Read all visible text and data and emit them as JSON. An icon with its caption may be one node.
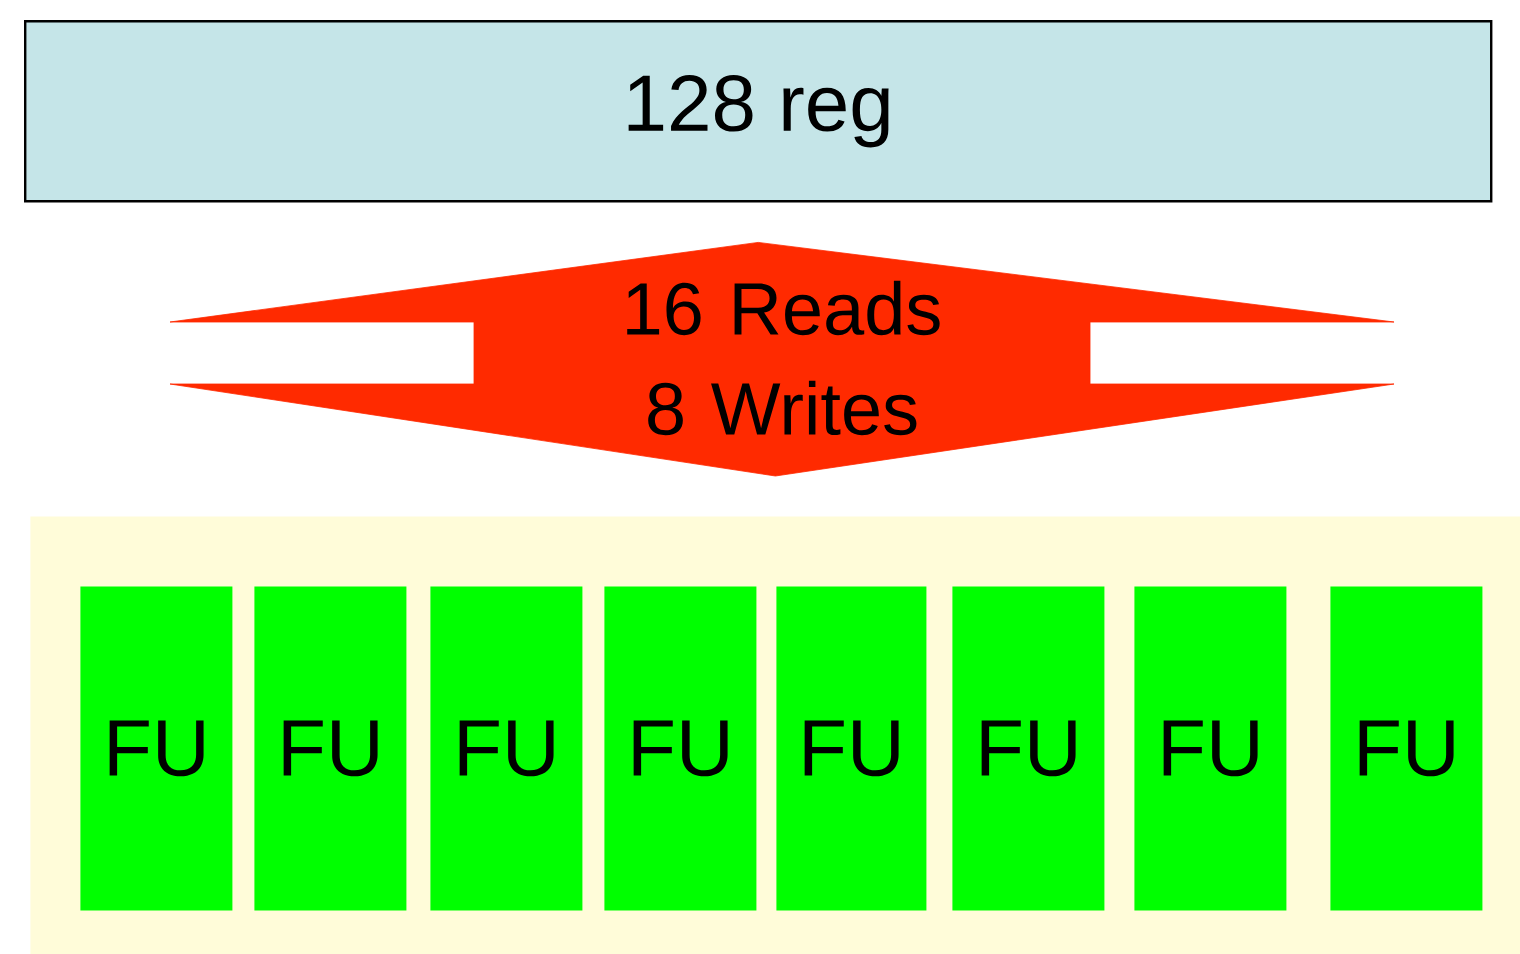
{
  "diagram": {
    "nodes": [
      {
        "text": [
          "128 reg"
        ]
      },
      {
        "text": [],
        "shape": "box"
      },
      {
        "text": [
          "FU"
        ],
        "in": 1
      },
      {
        "text": [
          "FU"
        ],
        "in": 1
      },
      {
        "text": [
          "FU"
        ],
        "in": 1
      },
      {
        "text": [
          "FU"
        ],
        "in": 1
      },
      {
        "text": [
          "FU"
        ],
        "in": 1
      },
      {
        "text": [
          "FU"
        ],
        "in": 1
      },
      {
        "text": [
          "FU"
        ],
        "in": 1
      },
      {
        "text": [
          "FU"
        ],
        "in": 1
      }
    ],
    "edges": [
      {
        "from": 0,
        "to": 1,
        "arrow": "both",
        "label": "16 Reads 8 Writes"
      }
    ]
  }
}
